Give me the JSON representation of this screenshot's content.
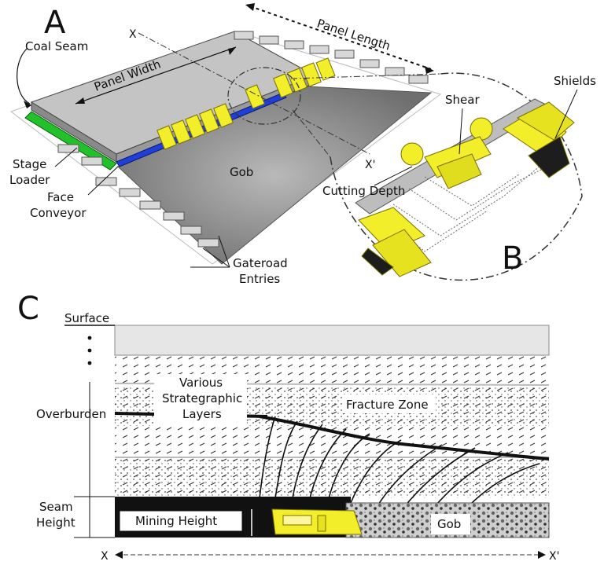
{
  "panel_a": {
    "letter": "A",
    "labels": {
      "coal_seam": "Coal Seam",
      "panel_width": "Panel Width",
      "panel_length": "Panel Length",
      "gob": "Gob",
      "stage": "Stage",
      "loader": "Loader",
      "face": "Face",
      "conveyor": "Conveyor",
      "gateroad": "Gateroad",
      "entries": "Entries",
      "x": "X",
      "x_prime": "X'"
    }
  },
  "panel_b": {
    "letter": "B",
    "labels": {
      "shear": "Shear",
      "shields": "Shields",
      "cutting_depth": "Cutting Depth"
    }
  },
  "panel_c": {
    "letter": "C",
    "labels": {
      "surface": "Surface",
      "overburden": "Overburden",
      "various": "Various",
      "strategraphic": "Strategraphic",
      "layers": "Layers",
      "fracture_zone": "Fracture Zone",
      "seam": "Seam",
      "height": "Height",
      "mining_height": "Mining Height",
      "gob": "Gob",
      "x": "X",
      "x_prime": "X'"
    }
  },
  "colors": {
    "shield_yellow": "#f2ee2a",
    "conveyor_green": "#22c02a",
    "loader_blue": "#1f3fd8",
    "coal_black": "#111111",
    "surface_gray": "#e6e6e6"
  }
}
